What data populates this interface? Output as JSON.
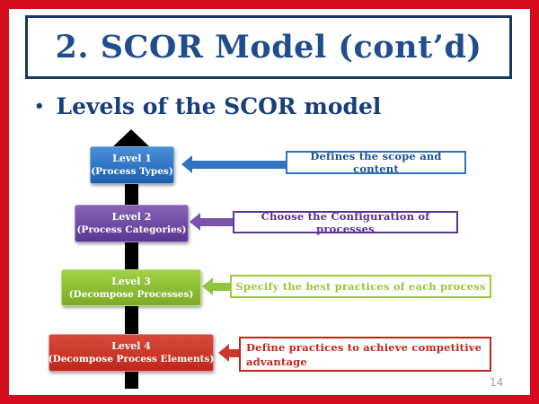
{
  "slide": {
    "title": "2. SCOR Model (cont’d)",
    "bullet_text": "Levels of the SCOR model",
    "page_number": "14"
  },
  "colors": {
    "frame_red": "#d40c1e",
    "title_border_navy": "#17375e",
    "title_text_blue": "#1f4e8c",
    "bullet_text_navy": "#173f7c",
    "flow_arrow_black": "#000000",
    "level1_blue": "#2e74c0",
    "level2_purple": "#5b3794",
    "level3_green": "#8ec63f",
    "level4_red": "#c0261a"
  },
  "levels": [
    {
      "label": "Level 1",
      "sublabel": "(Process Types)",
      "description": "Defines the scope and content"
    },
    {
      "label": "Level 2",
      "sublabel": "(Process  Categories)",
      "description": "Choose the Configuration of processes"
    },
    {
      "label": "Level 3",
      "sublabel": "(Decompose  Processes)",
      "description": "Specify the best practices of each process"
    },
    {
      "label": "Level 4",
      "sublabel": "(Decompose  Process  Elements)",
      "description": "Define practices to achieve competitive advantage"
    }
  ]
}
